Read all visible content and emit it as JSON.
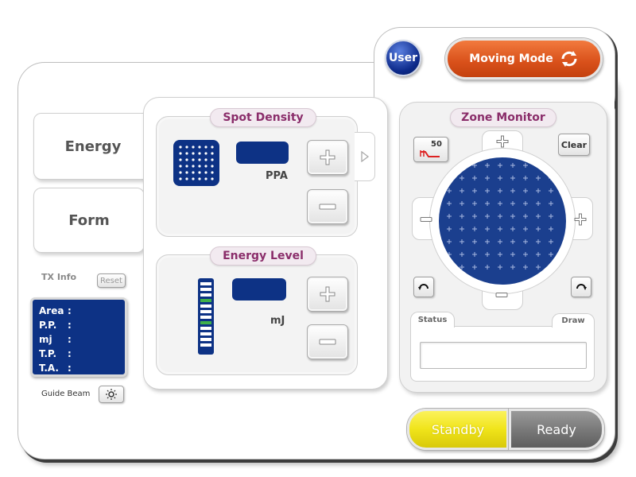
{
  "header": {
    "user_label": "User",
    "mode_label": "Moving Mode"
  },
  "left_tabs": {
    "energy_label": "Energy",
    "form_label": "Form"
  },
  "tx_info": {
    "title": "TX Info",
    "reset_label": "Reset",
    "rows": [
      {
        "key": "Area",
        "sep": ":"
      },
      {
        "key": "P.P.",
        "sep": ":"
      },
      {
        "key": "mj",
        "sep": ":"
      },
      {
        "key": "T.P.",
        "sep": ":"
      },
      {
        "key": "T.A.",
        "sep": ":"
      }
    ]
  },
  "guide_beam": {
    "label": "Guide Beam"
  },
  "spot_density": {
    "title": "Spot Density",
    "unit": "PPA",
    "plus_icon": "plus-icon",
    "minus_icon": "minus-icon"
  },
  "energy_level": {
    "title": "Energy  Level",
    "unit": "mJ",
    "level_segments": 12,
    "active_segments": [
      4,
      8
    ]
  },
  "zone_monitor": {
    "title": "Zone Monitor",
    "counter_value": "50",
    "clear_label": "Clear",
    "status_tab": "Status",
    "draw_tab": "Draw"
  },
  "footer": {
    "standby_label": "Standby",
    "ready_label": "Ready"
  },
  "colors": {
    "navy": "#0d3285",
    "orange": "#e0561c",
    "yellow": "#f0e41a",
    "gray_button": "#777777",
    "accent_purple": "#8a2d6a"
  }
}
